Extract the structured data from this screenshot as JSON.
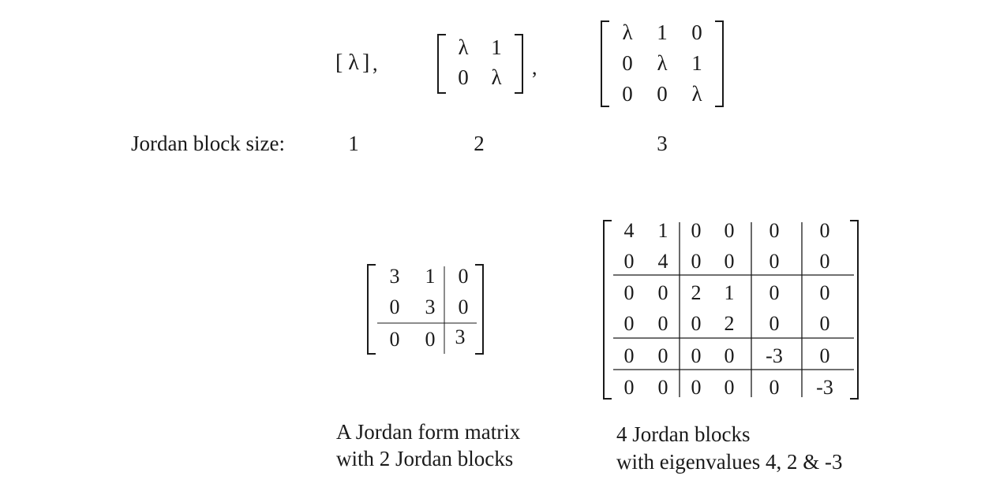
{
  "lambda": "λ",
  "sep": ",",
  "label": "Jordan block size:",
  "sizes": [
    "1",
    "2",
    "3"
  ],
  "block1": [
    [
      "λ"
    ]
  ],
  "block2": [
    [
      "λ",
      "1"
    ],
    [
      "0",
      "λ"
    ]
  ],
  "block3": [
    [
      "λ",
      "1",
      "0"
    ],
    [
      "0",
      "λ",
      "1"
    ],
    [
      "0",
      "0",
      "λ"
    ]
  ],
  "matrix_a": [
    [
      "3",
      "1",
      "0"
    ],
    [
      "0",
      "3",
      "0"
    ],
    [
      "0",
      "0",
      "3"
    ]
  ],
  "matrix_b": [
    [
      "4",
      "1",
      "0",
      "0",
      "0",
      "0"
    ],
    [
      "0",
      "4",
      "0",
      "0",
      "0",
      "0"
    ],
    [
      "0",
      "0",
      "2",
      "1",
      "0",
      "0"
    ],
    [
      "0",
      "0",
      "0",
      "2",
      "0",
      "0"
    ],
    [
      "0",
      "0",
      "0",
      "0",
      "-3",
      "0"
    ],
    [
      "0",
      "0",
      "0",
      "0",
      "0",
      "-3"
    ]
  ],
  "caption_a": [
    "A Jordan form matrix",
    "with 2 Jordan blocks"
  ],
  "caption_b": [
    "4 Jordan blocks",
    "with eigenvalues 4, 2 & -3"
  ]
}
